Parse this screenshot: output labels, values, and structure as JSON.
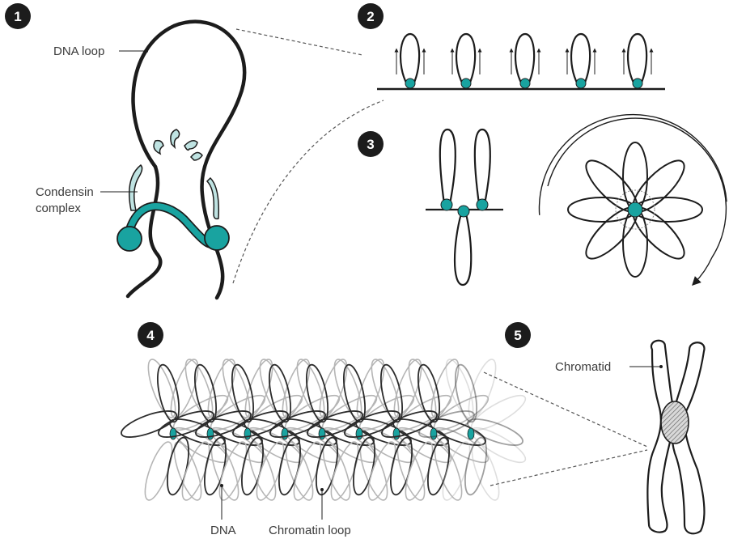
{
  "steps": [
    {
      "number": "1"
    },
    {
      "number": "2"
    },
    {
      "number": "3"
    },
    {
      "number": "4"
    },
    {
      "number": "5"
    }
  ],
  "labels": {
    "dna_loop": "DNA loop",
    "condensin_line1": "Condensin",
    "condensin_line2": "complex",
    "chromatid": "Chromatid",
    "dna": "DNA",
    "chromatin_loop": "Chromatin loop"
  },
  "colors": {
    "teal": "#19a3a0",
    "line": "#1c1c1c",
    "light_teal": "#bfe3e2"
  }
}
